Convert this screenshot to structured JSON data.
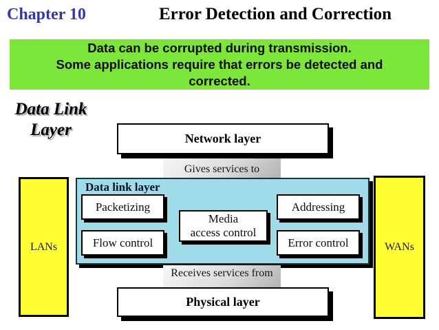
{
  "header": {
    "chapter": "Chapter 10",
    "title": "Error Detection and Correction"
  },
  "note": {
    "lines": [
      "Data can be corrupted during transmission.",
      "Some applications require that errors be detected and",
      "corrected."
    ]
  },
  "section_title": {
    "lines": [
      "Data Link",
      "Layer"
    ]
  },
  "diagram": {
    "network_layer": "Network layer",
    "gives_services": "Gives services to",
    "data_link_label": "Data link layer",
    "boxes": {
      "packetizing": "Packetizing",
      "addressing": "Addressing",
      "media": [
        "Media",
        "access control"
      ],
      "flow": "Flow control",
      "error": "Error control"
    },
    "receives_services": "Receives services from",
    "physical_layer": "Physical layer",
    "lans": "LANs",
    "wans": "WANs"
  },
  "colors": {
    "green_note": "#7CE63A",
    "panel_blue": "#A0DBEA",
    "side_yellow": "#FFFF33",
    "chapter_blue": "#3437A8"
  }
}
